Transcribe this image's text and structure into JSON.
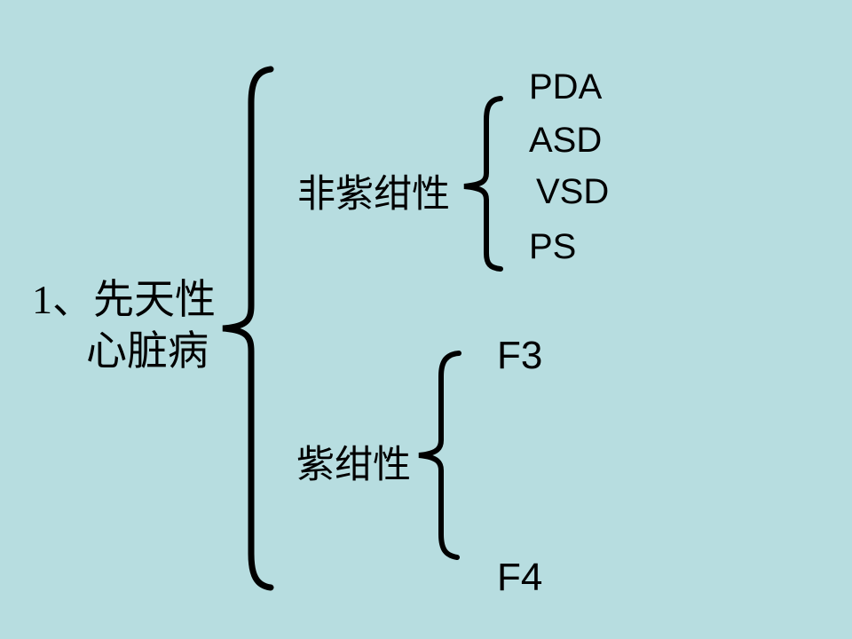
{
  "slide": {
    "background_color": "#b7dde0",
    "text_color": "#000000",
    "brace_glyph": "{"
  },
  "root": {
    "label_line1": "1、先天性",
    "label_line2": "心脏病"
  },
  "branches": [
    {
      "label": "非紫绀性",
      "items": [
        "PDA",
        "ASD",
        "VSD",
        "PS"
      ]
    },
    {
      "label": "紫绀性",
      "items": [
        "F3",
        "F4"
      ]
    }
  ]
}
